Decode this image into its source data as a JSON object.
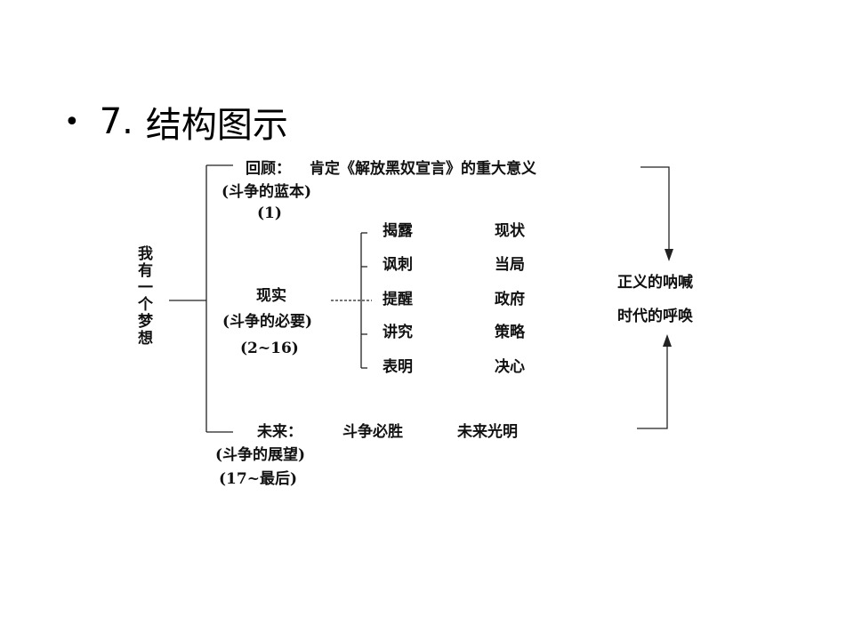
{
  "heading": {
    "bullet": "•",
    "number": "7.",
    "title": "结构图示"
  },
  "diagram": {
    "root": "我有一个梦想",
    "review": {
      "label": "回顾：",
      "content": "肯定《解放黑奴宣言》的重大意义",
      "subtitle": "(斗争的蓝本)",
      "paragraphs": "(1)"
    },
    "reality": {
      "label": "现实",
      "subtitle": "(斗争的必要)",
      "paragraphs": "(2~16)",
      "items": [
        {
          "verb": "揭露",
          "object": "现状"
        },
        {
          "verb": "讽刺",
          "object": "当局"
        },
        {
          "verb": "提醒",
          "object": "政府"
        },
        {
          "verb": "讲究",
          "object": "策略"
        },
        {
          "verb": "表明",
          "object": "决心"
        }
      ]
    },
    "future": {
      "label": "未来：",
      "item1": "斗争必胜",
      "item2": "未来光明",
      "subtitle": "(斗争的展望)",
      "paragraphs": "(17~最后)"
    },
    "conclusion": {
      "line1": "正义的呐喊",
      "line2": "时代的呼唤"
    }
  }
}
